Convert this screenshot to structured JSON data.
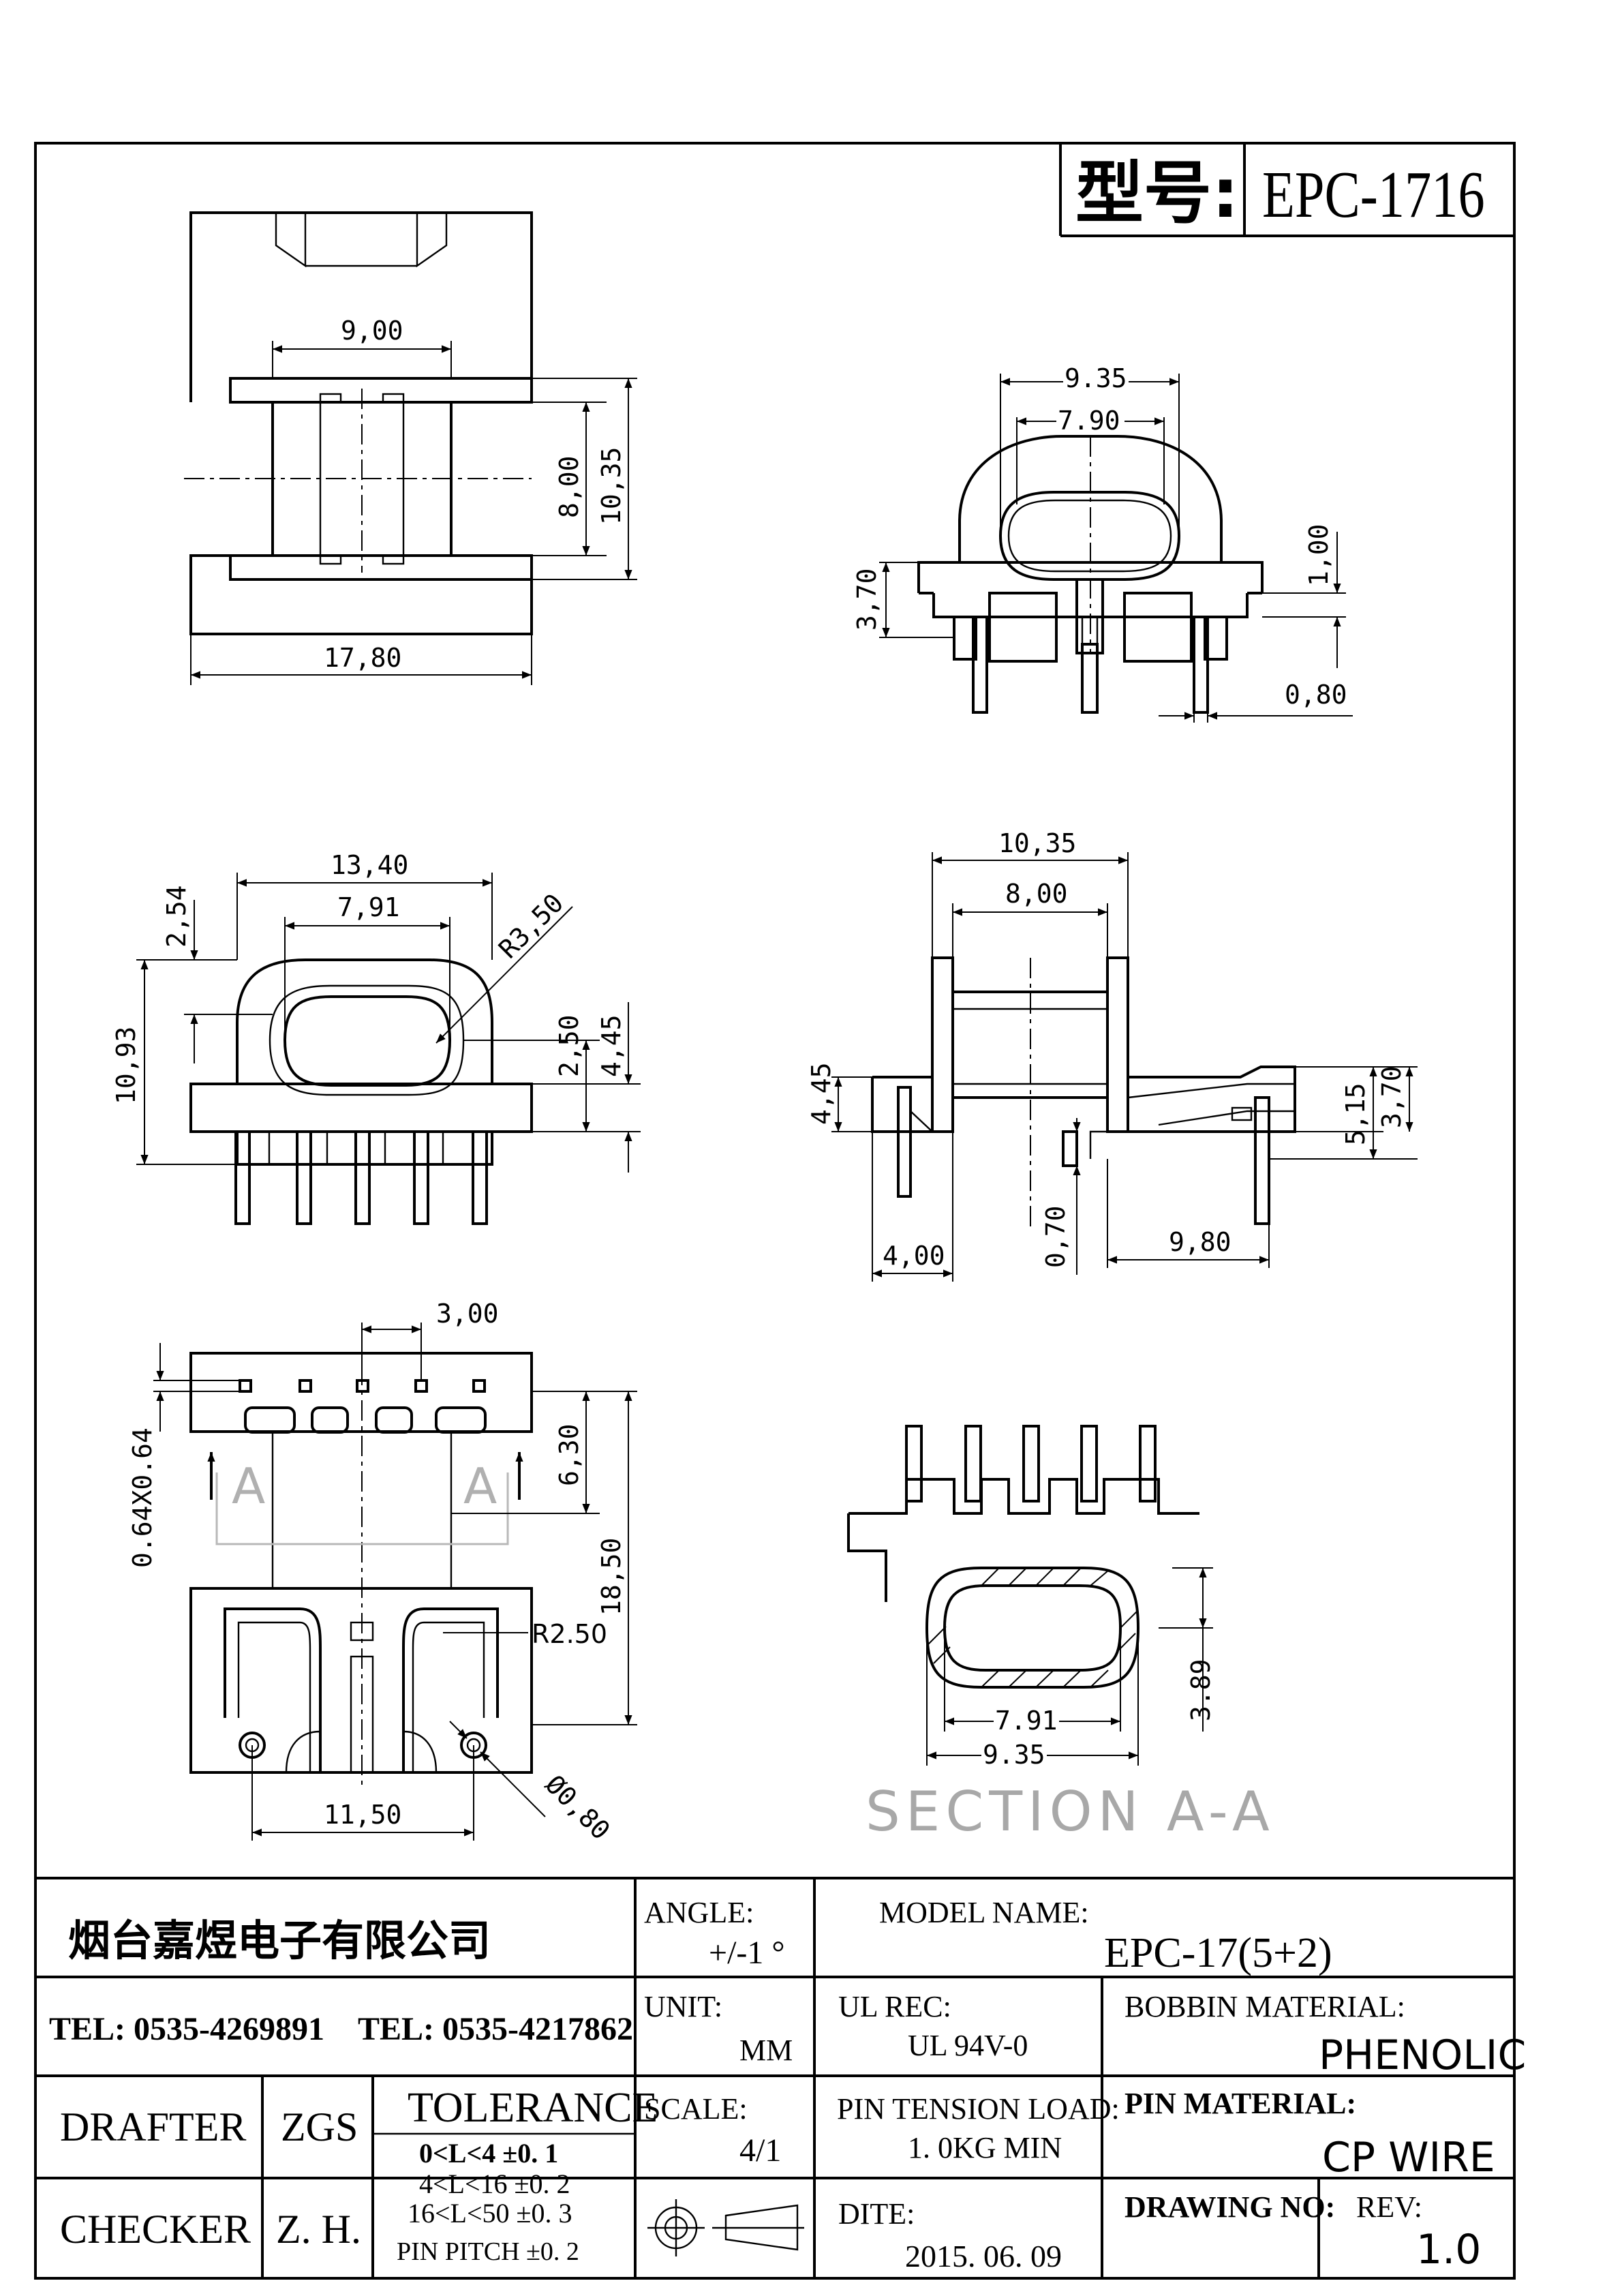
{
  "header": {
    "model_label": "型号:",
    "model_value": "EPC-1716"
  },
  "dimensions": {
    "top_view": [
      "9,00",
      "8,00",
      "10,35",
      "17,80"
    ],
    "side_view": [
      "9.35",
      "7.90",
      "1,00",
      "3,70",
      "0,80"
    ],
    "front_view": [
      "13,40",
      "7,91",
      "2,54",
      "R3,50",
      "2,50",
      "4,45",
      "10,93"
    ],
    "right_view": [
      "10,35",
      "8,00",
      "4,45",
      "5,15",
      "3,70",
      "0,70",
      "4,00",
      "9,80"
    ],
    "bottom_view": [
      "3,00",
      "0.64X0.64",
      "6,30",
      "18,50",
      "R2.50",
      "11,50",
      "Ø0,80"
    ],
    "section_view": [
      "7.91",
      "9.35",
      "3.89"
    ],
    "section_marks": [
      "A",
      "A"
    ],
    "section_title": "SECTION A-A"
  },
  "title_block": {
    "company": "烟台嘉煜电子有限公司",
    "tel1": "TEL: 0535-4269891",
    "tel2": "TEL: 0535-4217862",
    "drafter_label": "DRAFTER",
    "drafter_value": "ZGS",
    "checker_label": "CHECKER",
    "checker_value": "Z. H.",
    "tolerance_title": "TOLERANCE",
    "tolerance_rows": [
      "0<L<4    ±0. 1",
      "4<L<16   ±0. 2",
      "16<L<50  ±0. 3"
    ],
    "pin_pitch": "PIN PITCH  ±0. 2",
    "angle_label": "ANGLE:",
    "angle_value": "+/-1 °",
    "unit_label": "UNIT:",
    "unit_value": "MM",
    "scale_label": "SCALE:",
    "scale_value": "4/1",
    "model_name_label": "MODEL NAME:",
    "model_name_value": "EPC-17(5+2)",
    "ul_label": "UL REC:",
    "ul_value": "UL 94V-0",
    "bobbin_label": "BOBBIN MATERIAL:",
    "bobbin_value": "PHENOLIC",
    "tension_label": "PIN TENSION LOAD:",
    "tension_value": "1. 0KG MIN",
    "pin_mat_label": "PIN MATERIAL:",
    "pin_mat_value": "CP  WIRE",
    "date_label": "DITE:",
    "date_value": "2015. 06. 09",
    "drawing_no_label": "DRAWING NO:",
    "rev_label": "REV:",
    "rev_value": "1.0"
  }
}
